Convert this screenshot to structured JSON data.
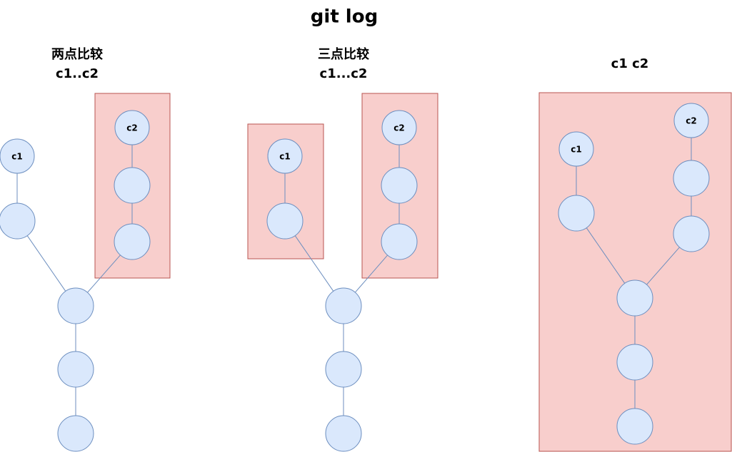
{
  "title": "git log",
  "panels": [
    {
      "id": "two-dot",
      "heading": "两点比较",
      "subheading": "c1..c2",
      "nodes": [
        {
          "id": "c1",
          "label": "c1"
        },
        {
          "id": "a1",
          "label": ""
        },
        {
          "id": "c2",
          "label": "c2"
        },
        {
          "id": "b2",
          "label": ""
        },
        {
          "id": "b1",
          "label": ""
        },
        {
          "id": "m",
          "label": ""
        },
        {
          "id": "p1",
          "label": ""
        },
        {
          "id": "p2",
          "label": ""
        }
      ],
      "edges": [
        [
          "c1",
          "a1"
        ],
        [
          "a1",
          "m"
        ],
        [
          "c2",
          "b2"
        ],
        [
          "b2",
          "b1"
        ],
        [
          "b1",
          "m"
        ],
        [
          "m",
          "p1"
        ],
        [
          "p1",
          "p2"
        ]
      ],
      "highlight_groups": [
        [
          "c2",
          "b2",
          "b1"
        ]
      ]
    },
    {
      "id": "three-dot",
      "heading": "三点比较",
      "subheading": "c1...c2",
      "nodes": [
        {
          "id": "c1",
          "label": "c1"
        },
        {
          "id": "a1",
          "label": ""
        },
        {
          "id": "c2",
          "label": "c2"
        },
        {
          "id": "b2",
          "label": ""
        },
        {
          "id": "b1",
          "label": ""
        },
        {
          "id": "m",
          "label": ""
        },
        {
          "id": "p1",
          "label": ""
        },
        {
          "id": "p2",
          "label": ""
        }
      ],
      "edges": [
        [
          "c1",
          "a1"
        ],
        [
          "a1",
          "m"
        ],
        [
          "c2",
          "b2"
        ],
        [
          "b2",
          "b1"
        ],
        [
          "b1",
          "m"
        ],
        [
          "m",
          "p1"
        ],
        [
          "p1",
          "p2"
        ]
      ],
      "highlight_groups": [
        [
          "c1",
          "a1"
        ],
        [
          "c2",
          "b2",
          "b1"
        ]
      ]
    },
    {
      "id": "both",
      "heading": "",
      "subheading": "c1 c2",
      "nodes": [
        {
          "id": "c1",
          "label": "c1"
        },
        {
          "id": "a1",
          "label": ""
        },
        {
          "id": "c2",
          "label": "c2"
        },
        {
          "id": "b2",
          "label": ""
        },
        {
          "id": "b1",
          "label": ""
        },
        {
          "id": "m",
          "label": ""
        },
        {
          "id": "p1",
          "label": ""
        },
        {
          "id": "p2",
          "label": ""
        }
      ],
      "edges": [
        [
          "c1",
          "a1"
        ],
        [
          "a1",
          "m"
        ],
        [
          "c2",
          "b2"
        ],
        [
          "b2",
          "b1"
        ],
        [
          "b1",
          "m"
        ],
        [
          "m",
          "p1"
        ],
        [
          "p1",
          "p2"
        ]
      ],
      "highlight_groups": [
        [
          "c1",
          "a1",
          "c2",
          "b2",
          "b1",
          "m",
          "p1",
          "p2"
        ]
      ]
    }
  ],
  "colors": {
    "node_fill": "#dae8fc",
    "node_stroke": "#6c8ebf",
    "highlight_fill": "#f8cecc",
    "highlight_stroke": "#b85450",
    "edge": "#6c8ebf",
    "text": "#000000"
  }
}
